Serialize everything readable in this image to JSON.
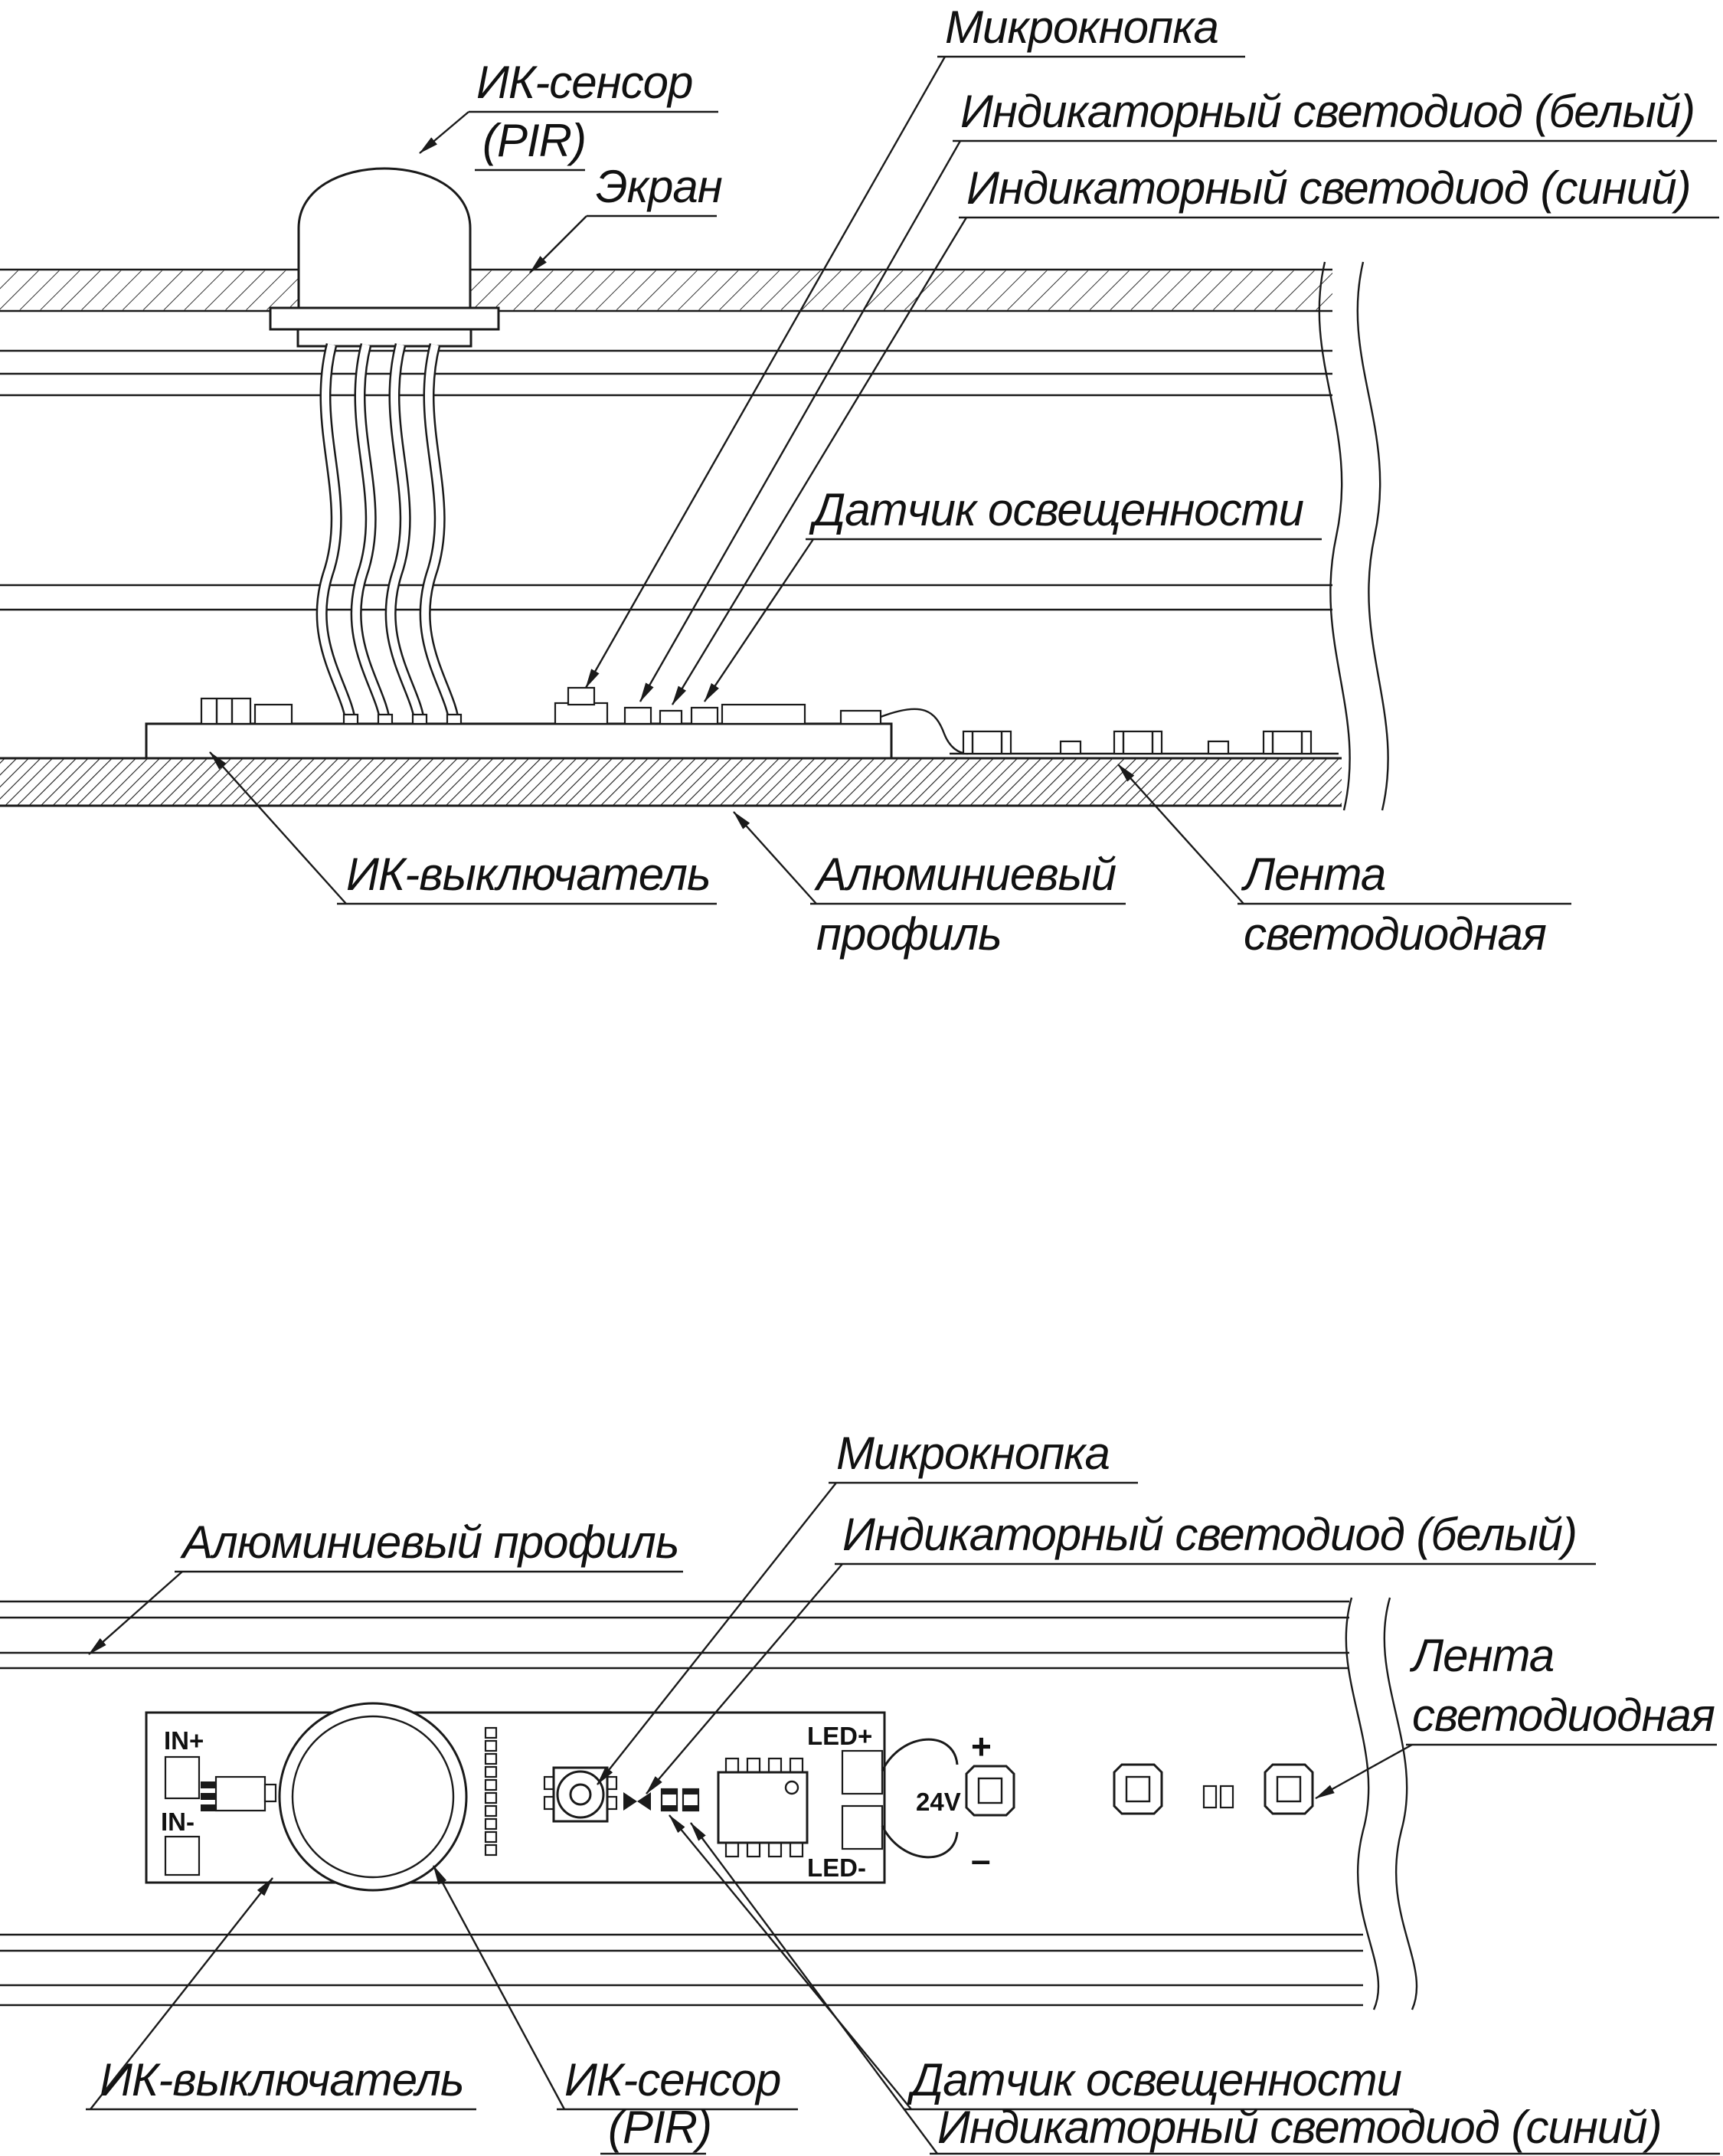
{
  "colors": {
    "ink": "#1a1a1a",
    "paper": "#ffffff"
  },
  "top_view": {
    "ir_sensor_line1": "ИК-сенсор",
    "ir_sensor_line2": "(PIR)",
    "screen": "Экран",
    "microbutton": "Микрокнопка",
    "indicator_led_white": "Индикаторный светодиод (белый)",
    "indicator_led_blue": "Индикаторный светодиод (синий)",
    "light_sensor": "Датчик освещенности",
    "ir_switch": "ИК-выключатель",
    "aluminium_profile_line1": "Алюминиевый",
    "aluminium_profile_line2": "профиль",
    "led_strip_line1": "Лента",
    "led_strip_line2": "светодиодная"
  },
  "bottom_view": {
    "microbutton": "Микрокнопка",
    "indicator_led_white": "Индикаторный светодиод (белый)",
    "aluminium_profile": "Алюминиевый профиль",
    "led_strip_line1": "Лента",
    "led_strip_line2": "светодиодная",
    "ir_switch": "ИК-выключатель",
    "ir_sensor_line1": "ИК-сенсор",
    "ir_sensor_line2": "(PIR)",
    "light_sensor": "Датчик освещенности",
    "indicator_led_blue": "Индикаторный светодиод (синий)",
    "pcb": {
      "in_plus": "IN+",
      "in_minus": "IN-",
      "led_plus": "LED+",
      "led_minus": "LED-",
      "supply": "24V",
      "plus": "+",
      "minus": "–"
    }
  }
}
